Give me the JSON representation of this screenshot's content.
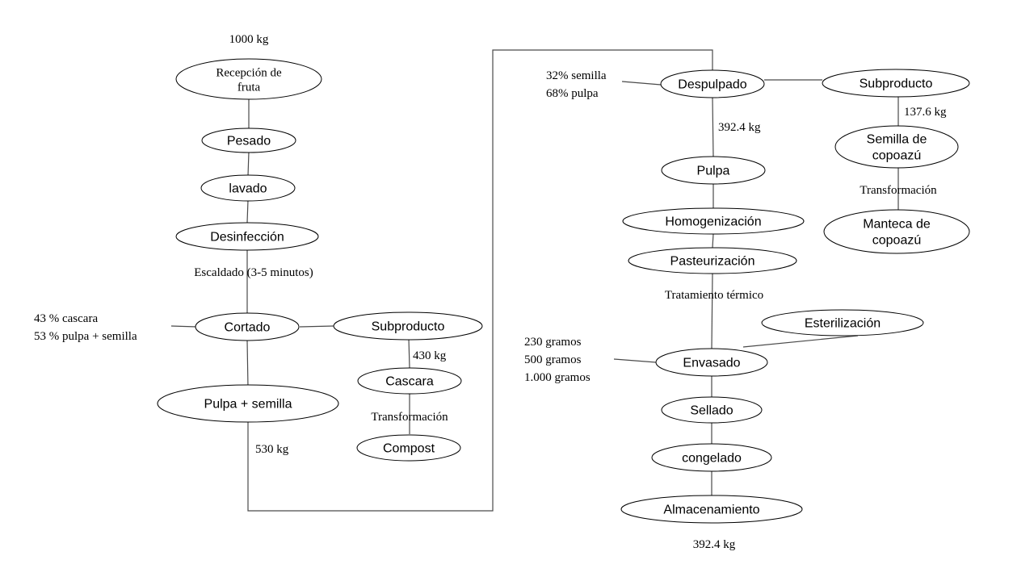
{
  "nodes": {
    "recepcion": {
      "label": [
        "Recepción de",
        "fruta"
      ],
      "font": "serif"
    },
    "pesado": {
      "label": [
        "Pesado"
      ]
    },
    "lavado": {
      "label": [
        "lavado"
      ]
    },
    "desinfeccion": {
      "label": [
        "Desinfección"
      ]
    },
    "cortado": {
      "label": [
        "Cortado"
      ]
    },
    "subproducto_1": {
      "label": [
        "Subproducto"
      ]
    },
    "cascara": {
      "label": [
        "Cascara"
      ]
    },
    "compost": {
      "label": [
        "Compost"
      ],
      "outline": "#5b9bd5"
    },
    "pulpa_semilla": {
      "label": [
        "Pulpa + semilla"
      ]
    },
    "despulpado": {
      "label": [
        "Despulpado"
      ]
    },
    "subproducto_2": {
      "label": [
        "Subproducto"
      ]
    },
    "semilla_copoazu": {
      "label": [
        "Semilla de",
        "copoazú"
      ]
    },
    "manteca_copoazu": {
      "label": [
        "Manteca de",
        "copoazú"
      ],
      "outline": "#5b9bd5"
    },
    "pulpa": {
      "label": [
        "Pulpa"
      ],
      "outline": "#5b9bd5"
    },
    "homogenizacion": {
      "label": [
        "Homogenización"
      ]
    },
    "pasteurizacion": {
      "label": [
        "Pasteurización"
      ]
    },
    "esterilizacion": {
      "label": [
        "Esterilización"
      ]
    },
    "envasado": {
      "label": [
        "Envasado"
      ]
    },
    "sellado": {
      "label": [
        "Sellado"
      ]
    },
    "congelado": {
      "label": [
        "congelado"
      ]
    },
    "almacenamiento": {
      "label": [
        "Almacenamiento"
      ]
    }
  },
  "annotations": {
    "input_mass": [
      "1000 kg"
    ],
    "escaldado": [
      "Escaldado (3-5 minutos)"
    ],
    "cortado_split": [
      "43 % cascara",
      "53 % pulpa + semilla"
    ],
    "cascara_mass": [
      "430 kg"
    ],
    "transformacion_1": [
      "Transformación"
    ],
    "pulpa_semilla_mass": [
      "530 kg"
    ],
    "despulpado_split": [
      "32% semilla",
      "68% pulpa"
    ],
    "pulpa_mass": [
      "392.4 kg"
    ],
    "semilla_mass": [
      "137.6 kg"
    ],
    "transformacion_2": [
      "Transformación"
    ],
    "tratamiento_termico": [
      "Tratamiento térmico"
    ],
    "envase_sizes": [
      "230 gramos",
      "500 gramos",
      "1.000 gramos"
    ],
    "output_mass": [
      "392.4 kg"
    ]
  },
  "colors": {
    "line": "#4a4a4a",
    "outline": "#000000",
    "accent_outline": "#5b9bd5"
  }
}
